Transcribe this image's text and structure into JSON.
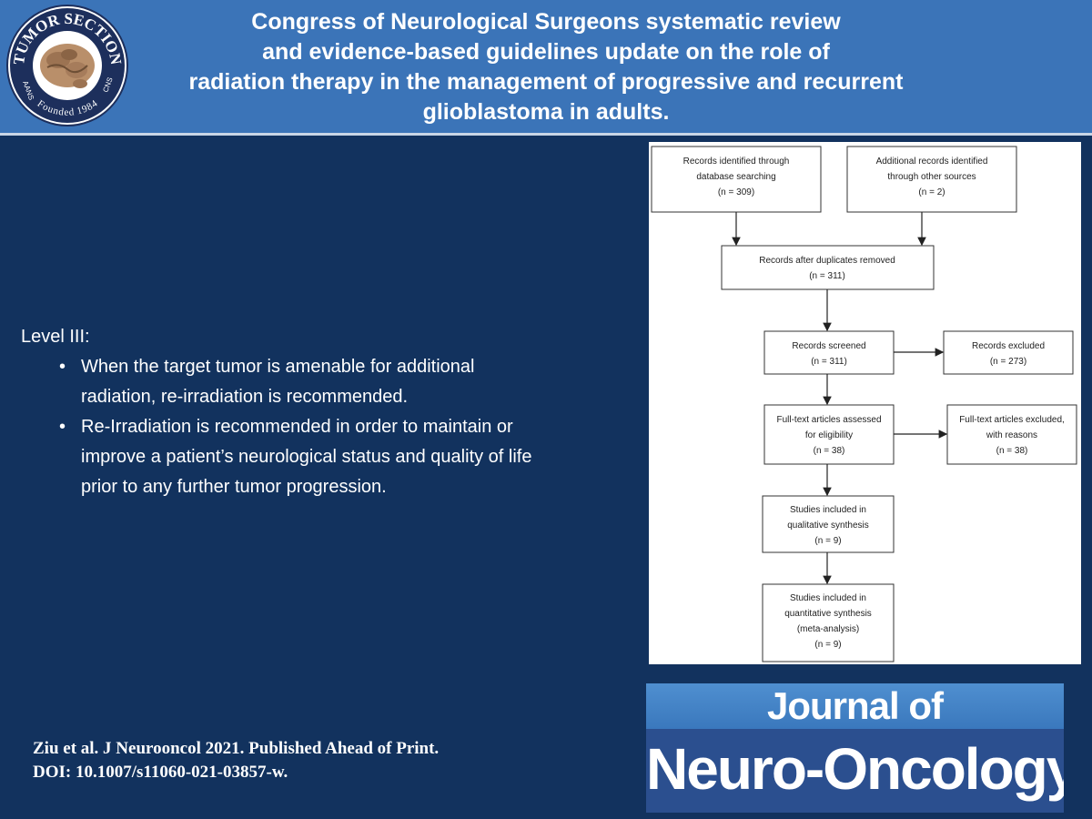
{
  "header": {
    "title_lines": [
      "Congress of Neurological Surgeons systematic review",
      "and evidence-based guidelines update on the role of",
      "radiation therapy in the management of progressive and recurrent",
      "glioblastoma in adults."
    ],
    "logo": {
      "top_text": "TUMOR SECTION",
      "bottom_text": "Founded 1984",
      "left_text": "AANS",
      "right_text": "CNS"
    }
  },
  "recommendations": {
    "level": "Level III:",
    "bullets": [
      [
        "When the target tumor is amenable for additional",
        "radiation, re-irradiation is recommended."
      ],
      [
        "Re-Irradiation is recommended in order to maintain or",
        "improve a patient’s neurological status and quality of life",
        "prior to any further tumor progression."
      ]
    ]
  },
  "citation": {
    "line1": "Ziu et al. J Neurooncol 2021. Published Ahead of Print.",
    "line2": "DOI: 10.1007/s11060-021-03857-w."
  },
  "flowchart": {
    "identified": [
      "Records identified through",
      "database searching",
      "(n = 309)"
    ],
    "additional": [
      "Additional records identified",
      "through other sources",
      "(n = 2)"
    ],
    "after_duplicates": [
      "Records after duplicates removed",
      "(n = 311)"
    ],
    "screened": [
      "Records screened",
      "(n = 311)"
    ],
    "excluded": [
      "Records excluded",
      "(n = 273)"
    ],
    "fulltext": [
      "Full-text articles assessed",
      "for eligibility",
      "(n = 38)"
    ],
    "fulltext_excluded": [
      "Full-text articles excluded,",
      "with reasons",
      "(n = 38)"
    ],
    "qualitative": [
      "Studies included in",
      "qualitative synthesis",
      "(n = 9)"
    ],
    "quantitative": [
      "Studies included in",
      "quantitative synthesis",
      "(meta-analysis)",
      "(n = 9)"
    ]
  },
  "journal": {
    "line1": "Journal of",
    "line2": "Neuro-Oncology"
  },
  "colors": {
    "background": "#12325e",
    "header": "#3b74b8"
  }
}
